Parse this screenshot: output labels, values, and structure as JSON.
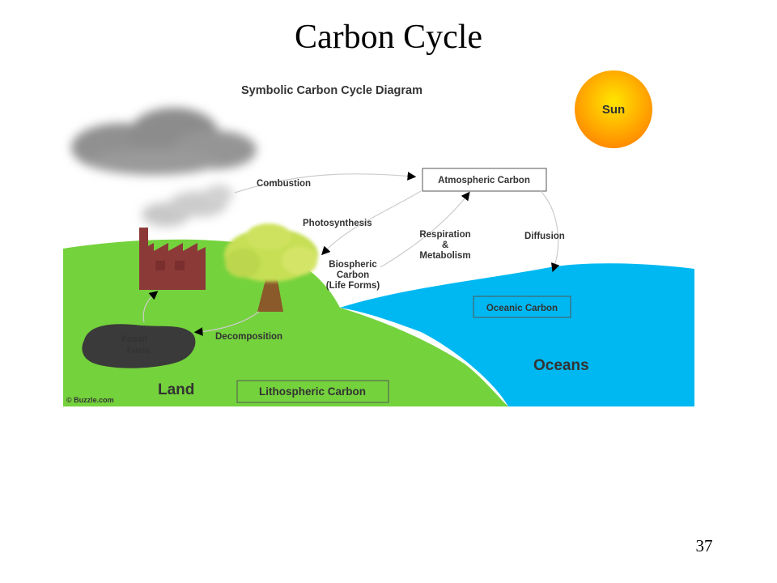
{
  "slide": {
    "title": "Carbon Cycle",
    "page_number": "37"
  },
  "diagram": {
    "title": "Symbolic Carbon Cycle Diagram",
    "sun": "Sun",
    "boxes": {
      "atmospheric": "Atmospheric Carbon",
      "oceanic": "Oceanic Carbon",
      "lithospheric": "Lithospheric Carbon"
    },
    "labels": {
      "combustion": "Combustion",
      "photosynthesis": "Photosynthesis",
      "respiration_line1": "Respiration",
      "respiration_line2": "&",
      "respiration_line3": "Metabolism",
      "diffusion": "Diffusion",
      "biospheric_line1": "Biospheric",
      "biospheric_line2": "Carbon",
      "biospheric_line3": "(Life Forms)",
      "fossil_line1": "Fossil",
      "fossil_line2": "Fuels",
      "decomposition": "Decomposition",
      "land": "Land",
      "oceans": "Oceans"
    },
    "credit": "© Buzzle.com",
    "colors": {
      "land": "#74d23c",
      "ocean": "#00b8f1",
      "factory": "#8b3a38",
      "tree_trunk": "#8a5a2b",
      "foliage": "#c8e05a",
      "fossil": "#3a3a3a",
      "sun_outer": "#ff9f00",
      "sun_inner": "#ffe000"
    }
  }
}
